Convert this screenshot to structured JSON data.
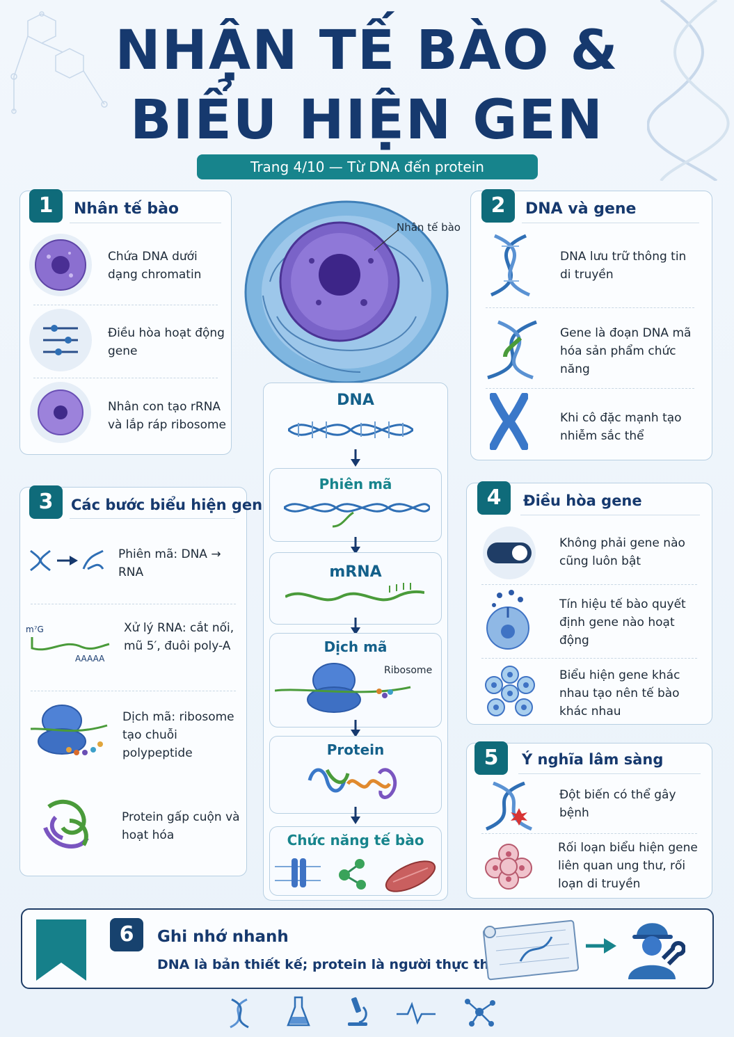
{
  "title": {
    "line1": "NHẬN TẾ BÀO &",
    "line2": "BIỂU HIỆN GEN",
    "subtitle": "Trang 4/10 — Từ DNA đến protein"
  },
  "cell_callout": "Nhân tế bào",
  "panel1": {
    "number": "1",
    "title": "Nhân tế bào",
    "items": [
      {
        "text": "Chứa DNA dưới dạng chromatin"
      },
      {
        "text": "Điều hòa hoạt động gene"
      },
      {
        "text": "Nhân con tạo rRNA và lắp ráp ribosome"
      }
    ]
  },
  "panel2": {
    "number": "2",
    "title": "DNA và gene",
    "items": [
      {
        "text": "DNA lưu trữ thông tin di truyền"
      },
      {
        "text": "Gene là đoạn DNA mã hóa sản phẩm chức năng"
      },
      {
        "text": "Khi cô đặc mạnh tạo nhiễm sắc thể"
      }
    ]
  },
  "panel3": {
    "number": "3",
    "title": "Các bước biểu hiện gen",
    "items": [
      {
        "text": "Phiên mã: DNA → RNA"
      },
      {
        "text": "Xử lý RNA: cắt nối, mũ 5′, đuôi poly-A"
      },
      {
        "text": "Dịch mã: ribosome tạo chuỗi polypeptide"
      },
      {
        "text": "Protein gấp cuộn và hoạt hóa"
      }
    ],
    "cap_label": "m⁷G",
    "tail_label": "AAAAA"
  },
  "panel4": {
    "number": "4",
    "title": "Điều hòa gene",
    "items": [
      {
        "text": "Không phải gene nào cũng luôn bật"
      },
      {
        "text": "Tín hiệu tế bào quyết định gene nào hoạt động"
      },
      {
        "text": "Biểu hiện gene khác nhau tạo nên tế bào khác nhau"
      }
    ]
  },
  "panel5": {
    "number": "5",
    "title": "Ý nghĩa lâm sàng",
    "items": [
      {
        "text": "Đột biến có thể gây bệnh"
      },
      {
        "text": "Rối loạn biểu hiện gene liên quan ung thư, rối loạn di truyền"
      }
    ]
  },
  "flow": {
    "dna": "DNA",
    "transcription": "Phiên mã",
    "mrna": "mRNA",
    "translation": "Dịch mã",
    "ribosome": "Ribosome",
    "protein": "Protein",
    "function": "Chức năng tế bào"
  },
  "panel6": {
    "number": "6",
    "title": "Ghi nhớ nhanh",
    "text": "DNA là bản thiết kế; protein là người thực thi."
  },
  "colors": {
    "navy": "#16396e",
    "teal": "#0f6b7a",
    "dna_blue": "#2f6fb5",
    "rna_green": "#4a9b3a",
    "purple": "#6a4fb5"
  }
}
